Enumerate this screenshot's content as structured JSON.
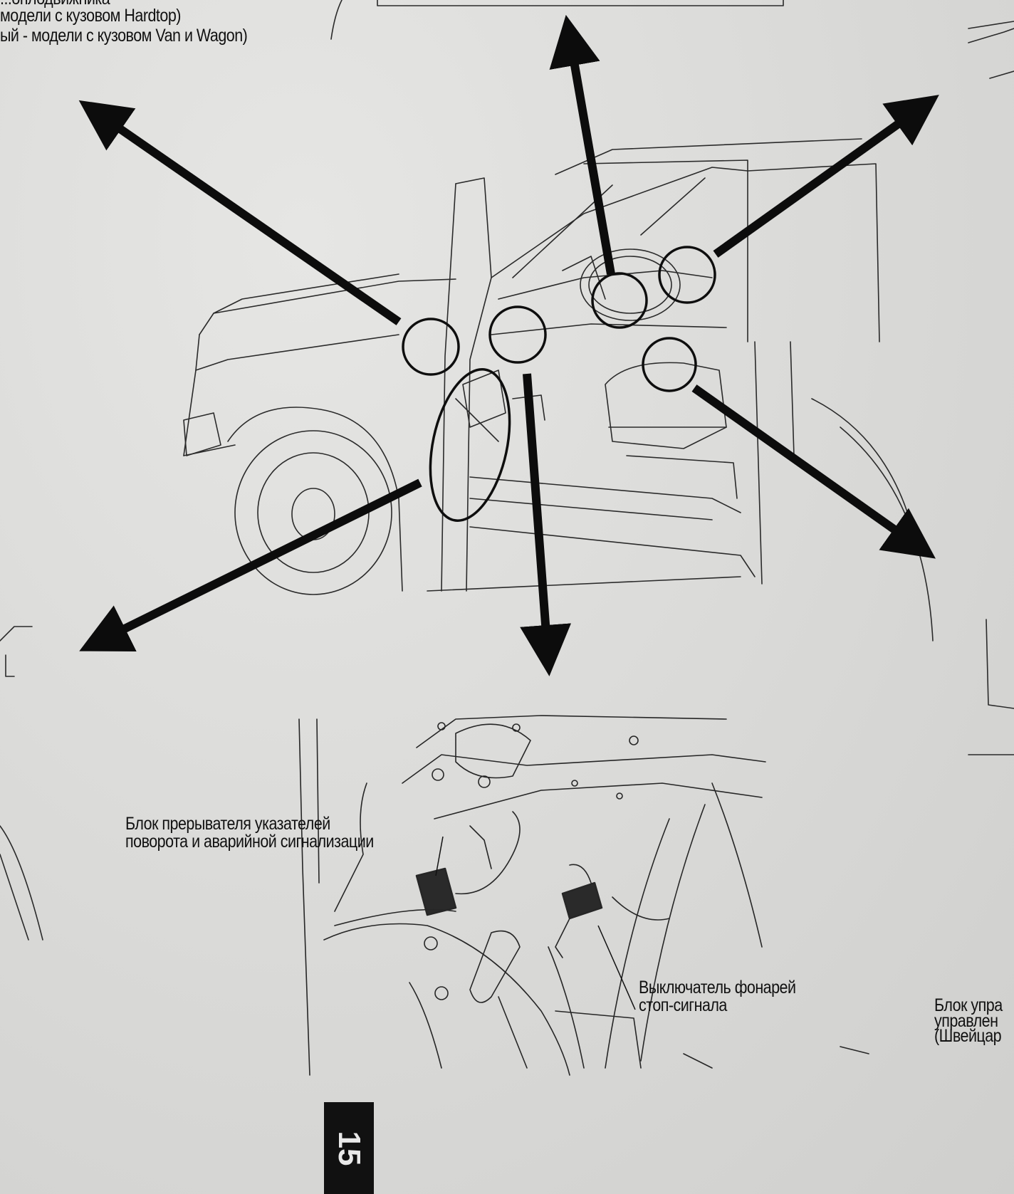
{
  "header_notes": [
    "...оплодвижника",
    "модели с кузовом Hardtop)",
    "ый - модели с кузовом Van и Wagon)"
  ],
  "callouts": {
    "flasher_unit": [
      "Блок прерывателя указателей",
      "поворота и аварийной сигнализации"
    ],
    "stop_switch": [
      "Выключатель фонарей",
      "стоп-сигнала"
    ],
    "control_unit": [
      "Блок упра",
      "управлен",
      "(Швейцар"
    ]
  },
  "page_number": "15",
  "colors": {
    "ink": "#111111",
    "paper": "#dcdcda"
  }
}
